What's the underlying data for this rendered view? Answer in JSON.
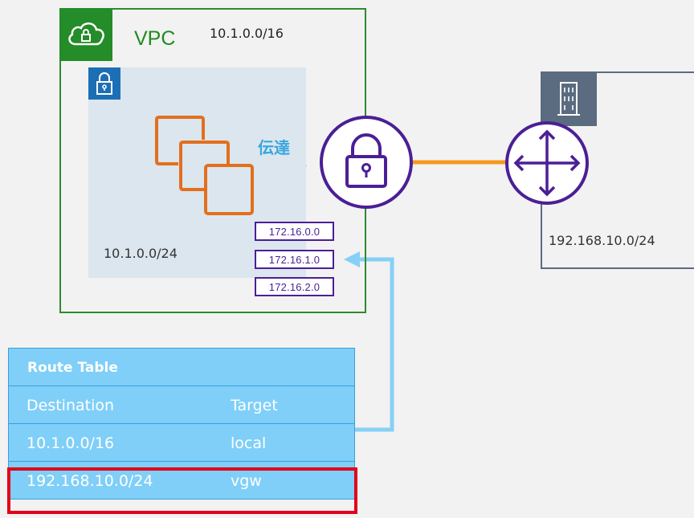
{
  "vpc": {
    "label": "VPC",
    "cidr": "10.1.0.0/16",
    "icon": "vpc-cloud-lock-icon",
    "color": "#248c28"
  },
  "subnet": {
    "cidr": "10.1.0.0/24",
    "icon": "private-subnet-lock-icon",
    "color": "#1d6fb5"
  },
  "instances_icon": "ec2-instances-icon",
  "propagation": {
    "label": "伝達"
  },
  "vpn_gateway_icon": "vpn-gateway-lock-icon",
  "customer_gateway_icon": "router-arrows-icon",
  "propagated_routes": [
    "172.16.0.0",
    "172.16.1.0",
    "172.16.2.0"
  ],
  "onprem": {
    "cidr": "192.168.10.0/24",
    "icon": "corporate-datacenter-building-icon"
  },
  "route_table": {
    "title": "Route Table",
    "headers": {
      "destination": "Destination",
      "target": "Target"
    },
    "rows": [
      {
        "destination": "10.1.0.0/16",
        "target": "local"
      },
      {
        "destination": "192.168.10.0/24",
        "target": "vgw"
      }
    ],
    "highlighted_row": "192.168.10.0/24"
  },
  "colors": {
    "vpn_purple": "#4b1f96",
    "connection_orange": "#f7991c",
    "arrow_blue": "#49b6ee",
    "highlight_red": "#e2001a"
  }
}
